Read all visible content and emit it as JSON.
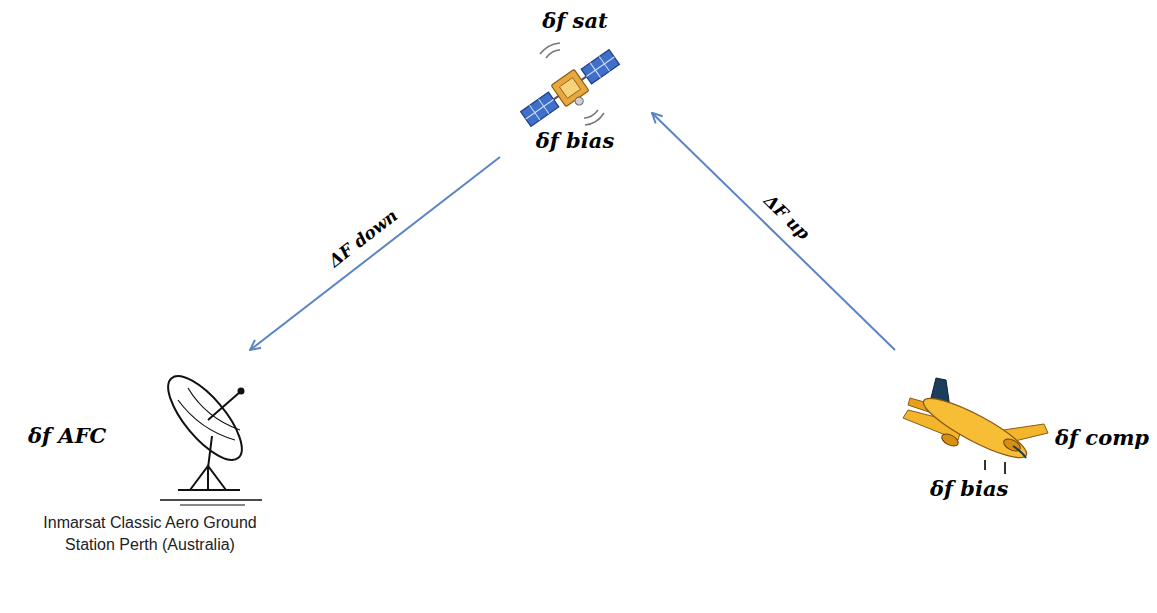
{
  "diagram": {
    "nodes": [
      {
        "text": [
          "δf sat",
          "δf bias"
        ]
      },
      {
        "text": [
          "δf AFC",
          "Inmarsat Classic Aero Ground Station Perth (Australia)"
        ]
      },
      {
        "text": [
          "δf comp",
          "δf bias"
        ]
      }
    ],
    "edges": [
      {
        "from": 2,
        "to": 0,
        "arrow": "to",
        "label": "ΔF up"
      },
      {
        "from": 0,
        "to": 1,
        "arrow": "to",
        "label": "ΔF down"
      }
    ]
  }
}
